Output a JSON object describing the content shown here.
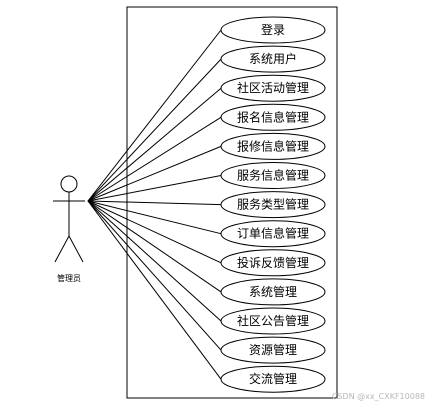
{
  "actor": {
    "label": "管理员"
  },
  "use_cases": [
    {
      "label": "登录"
    },
    {
      "label": "系统用户"
    },
    {
      "label": "社区活动管理"
    },
    {
      "label": "报名信息管理"
    },
    {
      "label": "报修信息管理"
    },
    {
      "label": "服务信息管理"
    },
    {
      "label": "服务类型管理"
    },
    {
      "label": "订单信息管理"
    },
    {
      "label": "投诉反馈管理"
    },
    {
      "label": "系统管理"
    },
    {
      "label": "社区公告管理"
    },
    {
      "label": "资源管理"
    },
    {
      "label": "交流管理"
    }
  ],
  "watermark": "CSDN @xx_CXKF10088",
  "colors": {
    "stroke": "#000000",
    "background": "#ffffff",
    "watermark": "#b8b8b8"
  }
}
